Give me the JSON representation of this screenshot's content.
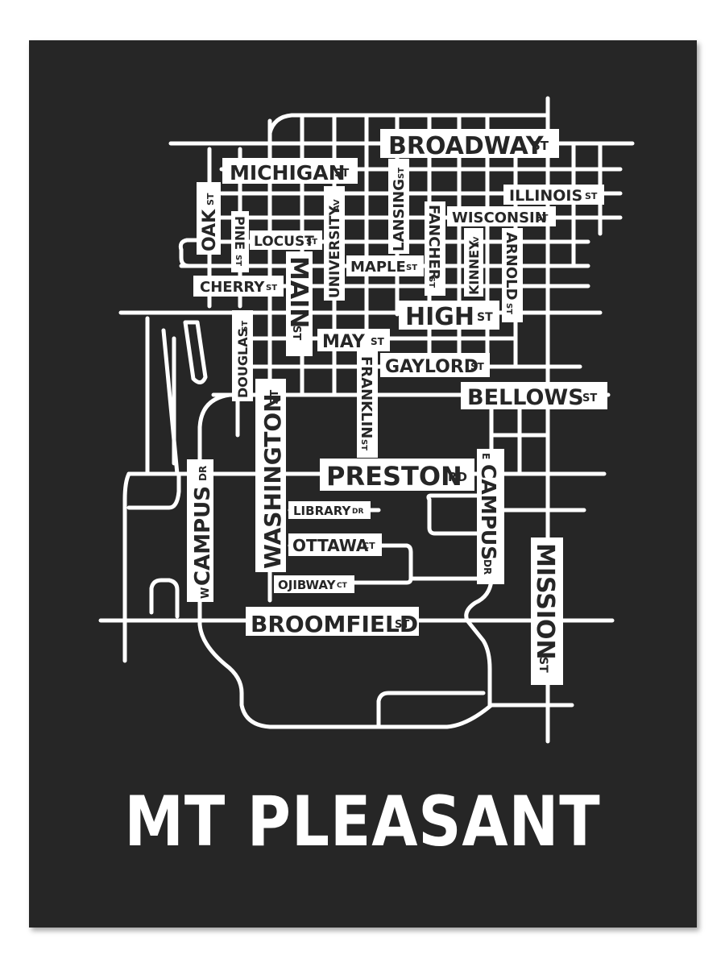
{
  "poster": {
    "title": "MT PLEASANT",
    "colors": {
      "background": "#262626",
      "roads": "#ffffff",
      "label_text": "#262626",
      "page": "#ffffff"
    }
  },
  "streets": {
    "broadway": {
      "name": "BROADWAY",
      "suffix": "ST"
    },
    "michigan": {
      "name": "MICHIGAN",
      "suffix": "ST"
    },
    "illinois": {
      "name": "ILLINOIS",
      "suffix": "ST"
    },
    "wisconsin": {
      "name": "WISCONSIN",
      "suffix": "ST"
    },
    "oak": {
      "name": "OAK",
      "suffix": "ST"
    },
    "pine": {
      "name": "PINE",
      "suffix": "ST"
    },
    "locust": {
      "name": "LOCUST",
      "suffix": "ST"
    },
    "university": {
      "name": "UNIVERSITY",
      "suffix": "AV"
    },
    "lansing": {
      "name": "LANSING",
      "suffix": "ST"
    },
    "fancher": {
      "name": "FANCHER",
      "suffix": "ST"
    },
    "kinney": {
      "name": "KINNEY",
      "suffix": "AV"
    },
    "arnold": {
      "name": "ARNOLD",
      "suffix": "ST"
    },
    "maple": {
      "name": "MAPLE",
      "suffix": "ST"
    },
    "cherry": {
      "name": "CHERRY",
      "suffix": "ST"
    },
    "main": {
      "name": "MAIN",
      "suffix": "ST"
    },
    "high": {
      "name": "HIGH",
      "suffix": "ST"
    },
    "douglas": {
      "name": "DOUGLAS",
      "suffix": "ST"
    },
    "may": {
      "name": "MAY",
      "suffix": "ST"
    },
    "gaylord": {
      "name": "GAYLORD",
      "suffix": "ST"
    },
    "franklin": {
      "name": "FRANKLIN",
      "suffix": "ST"
    },
    "bellows": {
      "name": "BELLOWS",
      "suffix": "ST"
    },
    "washington": {
      "name": "WASHINGTON",
      "suffix": "ST"
    },
    "preston": {
      "name": "PRESTON",
      "suffix": "RD"
    },
    "w_campus": {
      "prefix": "W",
      "name": "CAMPUS",
      "suffix": "DR"
    },
    "e_campus": {
      "prefix": "E",
      "name": "CAMPUS",
      "suffix": "DR"
    },
    "library": {
      "name": "LIBRARY",
      "suffix": "DR"
    },
    "ottawa": {
      "name": "OTTAWA",
      "suffix": "CT"
    },
    "ojibway": {
      "name": "OJIBWAY",
      "suffix": "CT"
    },
    "broomfield": {
      "name": "BROOMFIELD",
      "suffix": "ST"
    },
    "mission": {
      "name": "MISSION",
      "suffix": "ST"
    }
  }
}
